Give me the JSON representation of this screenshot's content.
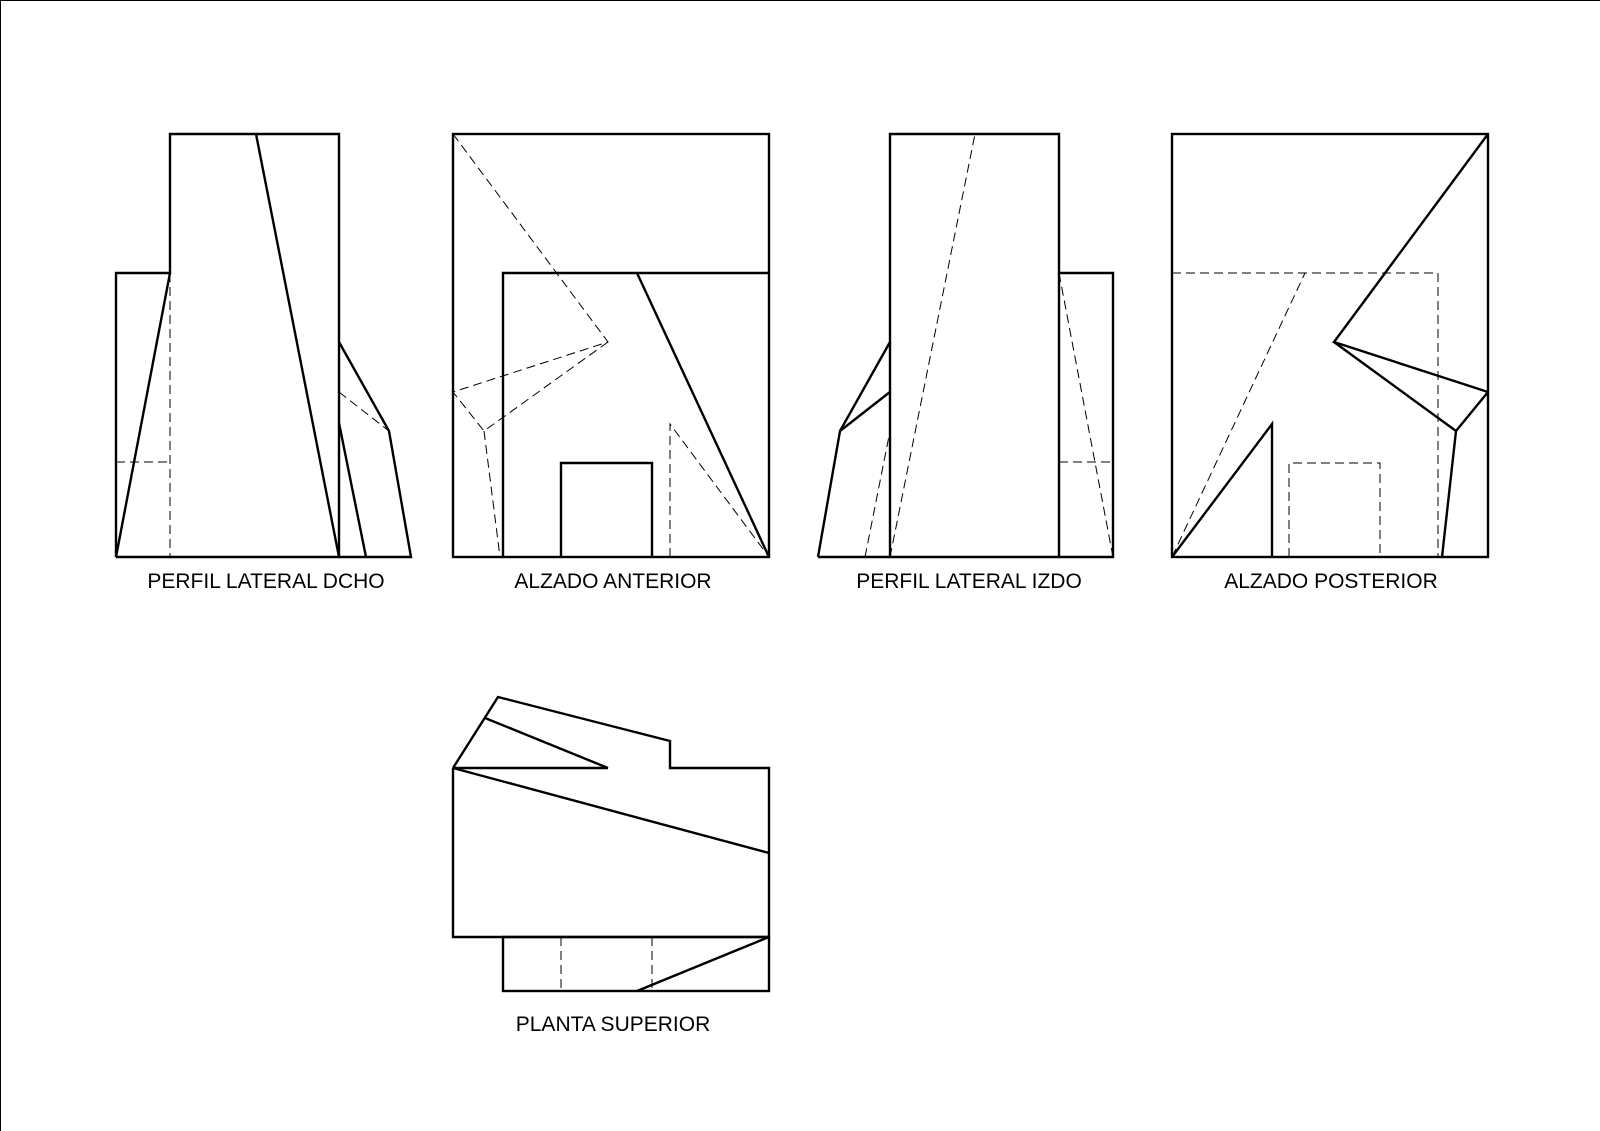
{
  "views": {
    "right_profile": {
      "label": "PERFIL LATERAL DCHO"
    },
    "front_elevation": {
      "label": "ALZADO ANTERIOR"
    },
    "left_profile": {
      "label": "PERFIL LATERAL IZDO"
    },
    "rear_elevation": {
      "label": "ALZADO POSTERIOR"
    },
    "top_plan": {
      "label": "PLANTA SUPERIOR"
    }
  },
  "colors": {
    "line": "#000000",
    "background": "#ffffff"
  }
}
